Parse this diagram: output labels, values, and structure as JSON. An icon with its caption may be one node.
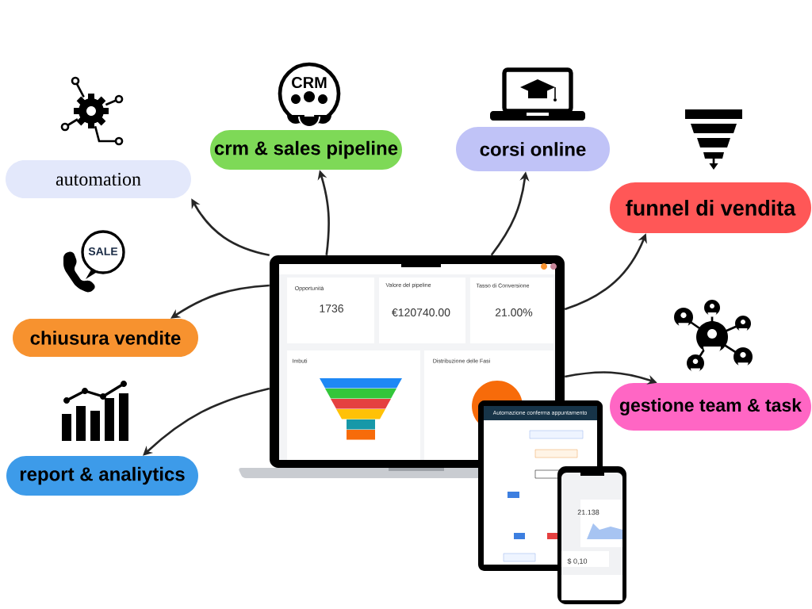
{
  "diagram": {
    "nodes": [
      {
        "text": [],
        "shape": "picture"
      },
      {
        "text": [
          "automation"
        ]
      },
      {
        "text": [
          "crm & sales pipeline"
        ]
      },
      {
        "text": [
          "corsi online"
        ]
      },
      {
        "text": [
          "funnel di vendita"
        ]
      },
      {
        "text": [
          "chiusura vendite"
        ]
      },
      {
        "text": [
          "gestione team & task"
        ]
      },
      {
        "text": [
          "report & analiytics"
        ]
      }
    ],
    "edges": [
      {
        "from": 0,
        "to": 1,
        "arrow": "to"
      },
      {
        "from": 0,
        "to": 2,
        "arrow": "to"
      },
      {
        "from": 0,
        "to": 3,
        "arrow": "to"
      },
      {
        "from": 0,
        "to": 4,
        "arrow": "to"
      },
      {
        "from": 0,
        "to": 5,
        "arrow": "to"
      },
      {
        "from": 0,
        "to": 6,
        "arrow": "to"
      },
      {
        "from": 0,
        "to": 7,
        "arrow": "to"
      }
    ],
    "labels": [
      "CRM",
      "SALE",
      "Opportunità",
      "1736",
      "Valore del pipeline",
      "€120740.00",
      "Tasso di Conversione",
      "21.00%",
      "Imbuti",
      "Distribuzione delle Fasi",
      "Automazione conferma appuntamento",
      "21.138",
      "$ 0,10"
    ]
  }
}
